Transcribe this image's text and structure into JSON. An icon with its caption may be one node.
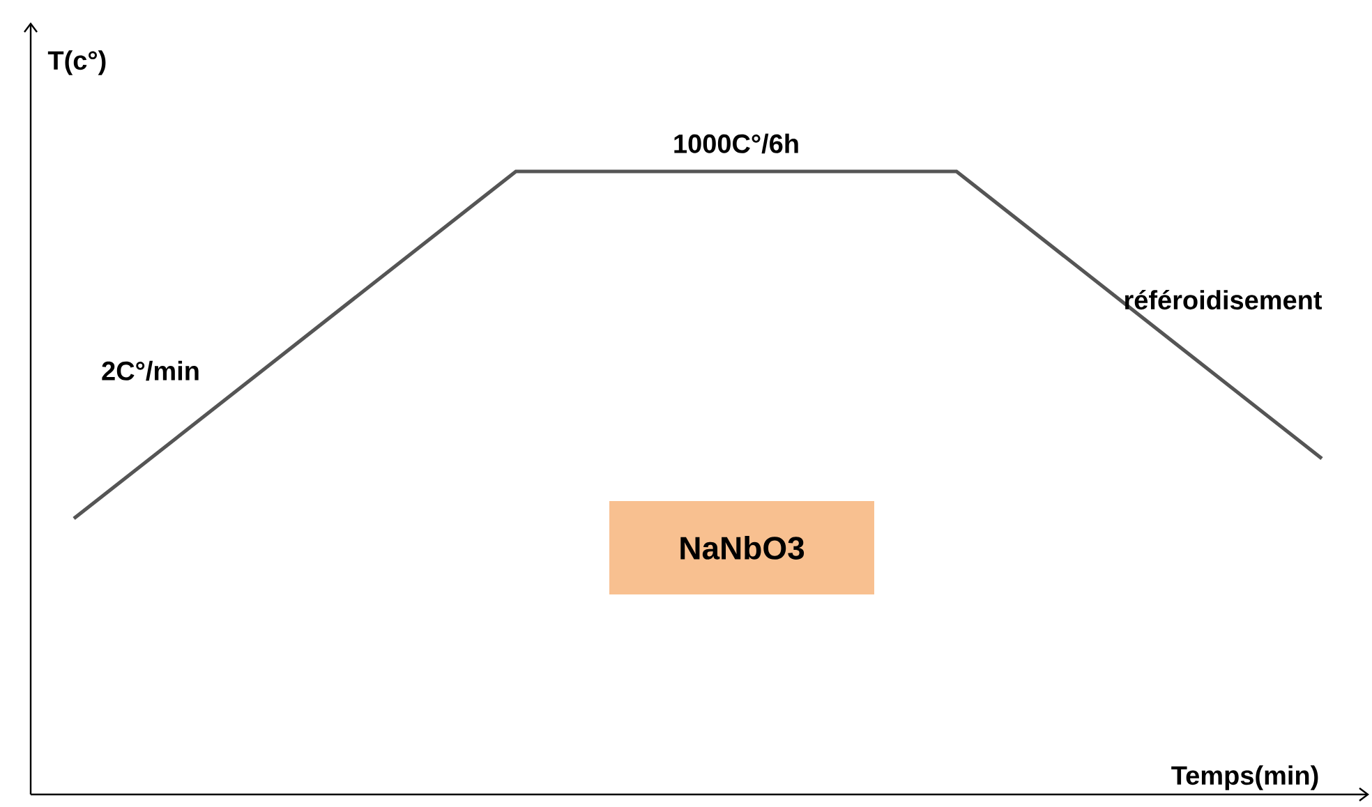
{
  "diagram": {
    "nodes": [
      {
        "text": [
          "NaNbO3"
        ]
      }
    ],
    "labels": [
      "T(c°)",
      "1000C°/6h",
      "2C°/min",
      "référoidisement",
      "Temps(min)"
    ]
  }
}
